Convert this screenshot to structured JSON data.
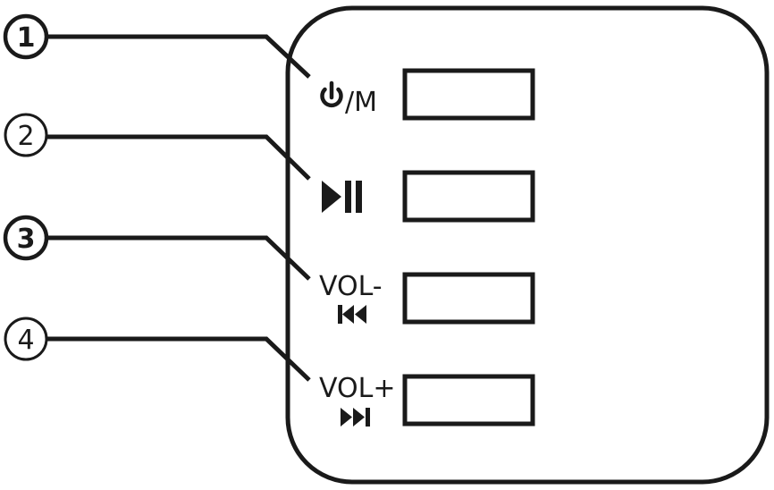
{
  "callouts": [
    {
      "number": "1",
      "style": "bold"
    },
    {
      "number": "2",
      "style": "regular"
    },
    {
      "number": "3",
      "style": "bold"
    },
    {
      "number": "4",
      "style": "regular"
    }
  ],
  "buttons": [
    {
      "label": "/M",
      "icon": "power-icon"
    },
    {
      "label": "",
      "icon": "play-pause-icon"
    },
    {
      "label": "VOL-",
      "icon": "previous-track-icon"
    },
    {
      "label": "VOL+",
      "icon": "next-track-icon"
    }
  ],
  "colors": {
    "stroke": "#1a1a1a",
    "background": "#ffffff"
  }
}
